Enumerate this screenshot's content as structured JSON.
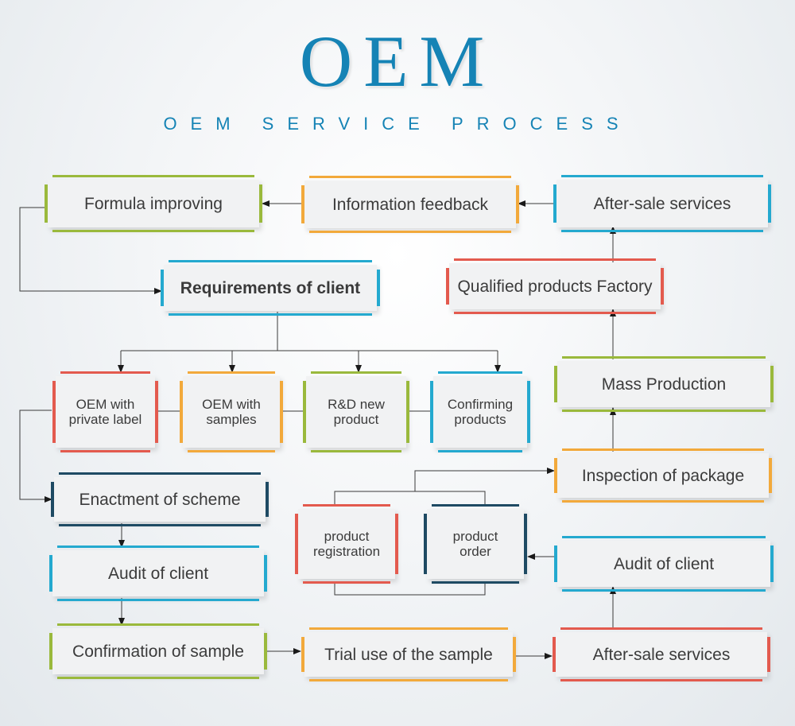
{
  "title": "OEM",
  "subtitle": "OEM SERVICE PROCESS",
  "colors": {
    "green": "#9ab93c",
    "orange": "#f2a93b",
    "blue": "#24a9cf",
    "red": "#e35a4e",
    "navy": "#1e4a63",
    "title": "#1583b5"
  },
  "steps": {
    "formula_improving": "Formula improving",
    "information_feedback": "Information feedback",
    "after_sale_top": "After-sale services",
    "requirements_of_client": "Requirements of client",
    "qualified_products_factory": "Qualified products Factory",
    "oem_private_label": "OEM with private label",
    "oem_samples": "OEM with samples",
    "rd_new_product": "R&D new product",
    "confirming_products": "Confirming products",
    "mass_production": "Mass Production",
    "inspection_of_package": "Inspection of package",
    "enactment_of_scheme": "Enactment of scheme",
    "product_registration": "product registration",
    "product_order": "product order",
    "audit_left": "Audit of client",
    "audit_right": "Audit of client",
    "confirmation_of_sample": "Confirmation of sample",
    "trial_use": "Trial use of the sample",
    "after_sale_bottom": "After-sale services"
  }
}
